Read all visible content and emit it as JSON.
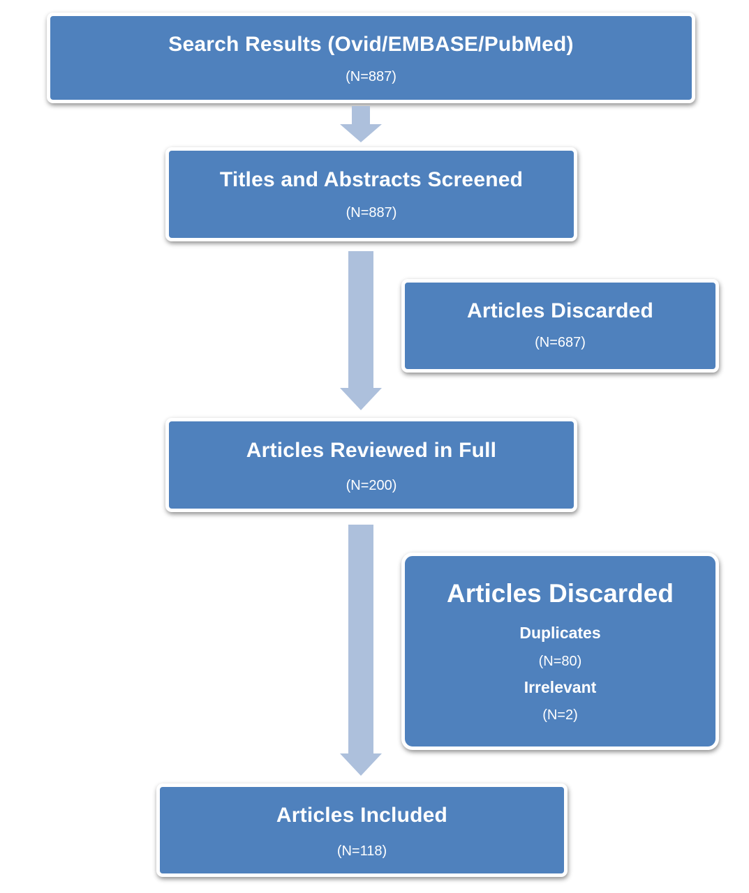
{
  "boxes": {
    "search_results": {
      "title": "Search Results (Ovid/EMBASE/PubMed)",
      "count": "(N=887)"
    },
    "screened": {
      "title": "Titles and Abstracts Screened",
      "count": "(N=887)"
    },
    "discarded_1": {
      "title": "Articles Discarded",
      "count": "(N=687)"
    },
    "reviewed": {
      "title": "Articles Reviewed in Full",
      "count": "(N=200)"
    },
    "discarded_2": {
      "title": "Articles Discarded",
      "duplicates_label": "Duplicates",
      "duplicates_count": "(N=80)",
      "irrelevant_label": "Irrelevant",
      "irrelevant_count": "(N=2)"
    },
    "included": {
      "title": "Articles Included",
      "count": "(N=118)"
    }
  },
  "colors": {
    "box_fill": "#4f81bd",
    "box_border": "#ffffff",
    "arrow_fill": "#adc0dc",
    "text": "#ffffff"
  }
}
